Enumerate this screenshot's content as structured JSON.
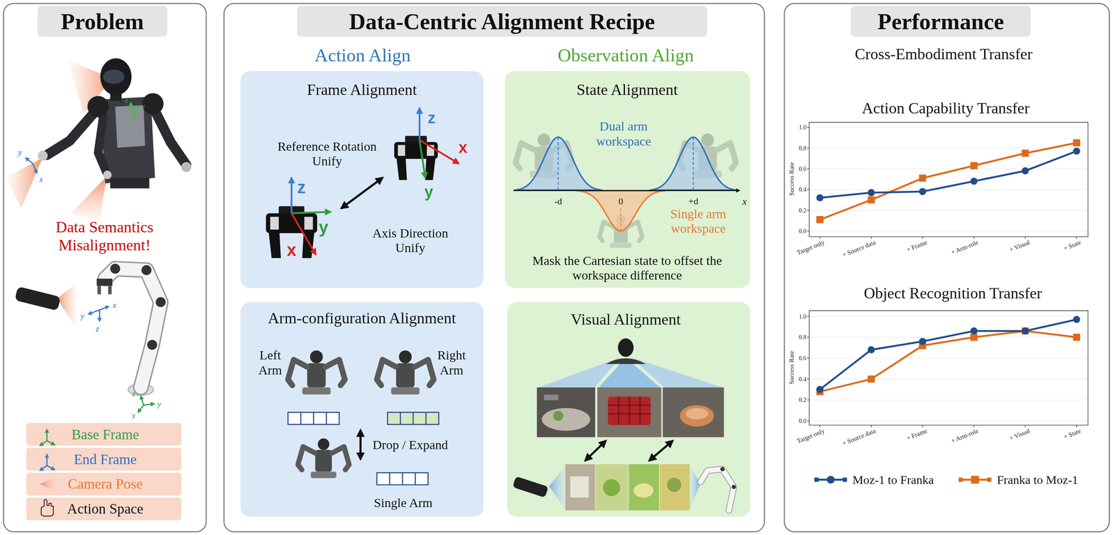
{
  "diagram": {
    "nodes": [
      {
        "text": [
          "Problem"
        ]
      },
      {
        "text": [
          "Base Frame"
        ],
        "in": 0
      },
      {
        "text": [
          "End Frame"
        ],
        "in": 0
      },
      {
        "text": [
          "Camera Pose"
        ],
        "in": 0
      },
      {
        "text": [
          "Action Space"
        ],
        "in": 0
      },
      {
        "text": [
          "Data-Centric Alignment Recipe"
        ]
      },
      {
        "text": [
          "Frame Alignment"
        ],
        "in": 5
      },
      {
        "text": [
          "State Alignment",
          "Mask the Cartesian state to offset the workspace difference"
        ],
        "in": 5
      },
      {
        "text": [
          "Arm-configuration Alignment"
        ],
        "in": 5
      },
      {
        "text": [
          "Visual Alignment"
        ],
        "in": 5
      },
      {
        "text": [
          "Performance"
        ]
      }
    ],
    "labels": [
      "Data Semantics Misalignment!",
      "z",
      "y",
      "x",
      "y",
      "x",
      "y",
      "x",
      "z",
      "z",
      "y",
      "x",
      "Action Align",
      "Observation Align",
      "Reference Rotation Unify",
      "z",
      "x",
      "y",
      "Axis Direction Unify",
      "z",
      "y",
      "x",
      "Dual arm workspace",
      "-d",
      "0",
      "+d",
      "x",
      "Single arm workspace",
      "Left Arm",
      "Right Arm",
      "Drop / Expand",
      "Single Arm",
      "Cross-Embodiment Transfer",
      "Action Capability Transfer",
      "0.0",
      "0.2",
      "0.4",
      "0.6",
      "0.8",
      "1.0",
      "Success Rate",
      "Target only",
      "+ Source data",
      "+ Frame",
      "+ Arm-role",
      "+ Visual",
      "+ State",
      "Object Recognition Transfer",
      "0.0",
      "0.2",
      "0.4",
      "0.6",
      "0.8",
      "1.0",
      "Success Rate",
      "Target only",
      "+ Source data",
      "+ Frame",
      "+ Arm-role",
      "+ Visual",
      "+ State"
    ],
    "legend": [
      {
        "text": "Moz-1 to Franka"
      },
      {
        "text": "Franka to Moz-1"
      }
    ]
  }
}
